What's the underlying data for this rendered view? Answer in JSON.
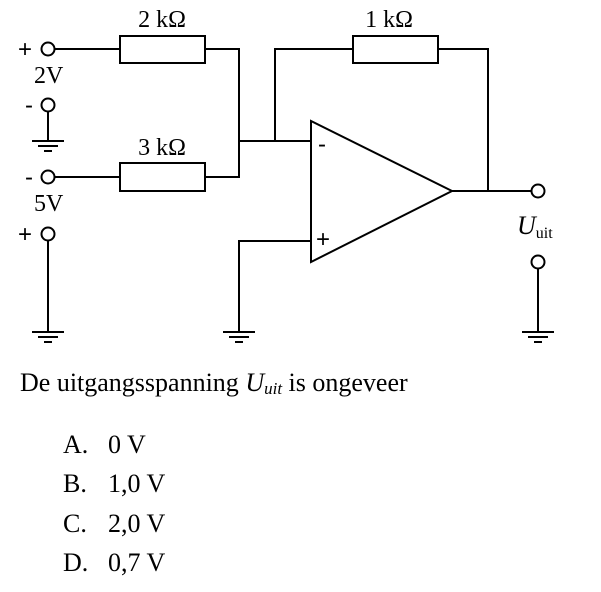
{
  "circuit": {
    "resistors": [
      {
        "id": "r1",
        "label": "2 kΩ"
      },
      {
        "id": "r2",
        "label": "3 kΩ"
      },
      {
        "id": "rf",
        "label": "1 kΩ"
      }
    ],
    "sources": [
      {
        "id": "source-2v",
        "value_label": "2V",
        "top_sign": "+",
        "bottom_sign": "-"
      },
      {
        "id": "source-5v",
        "value_label": "5V",
        "top_sign": "-",
        "bottom_sign": "+"
      }
    ],
    "opamp": {
      "inverting_sign": "-",
      "noninverting_sign": "+"
    },
    "output": {
      "symbol": "U",
      "subscript": "uit"
    }
  },
  "question": {
    "prefix": "De uitgangsspanning ",
    "symbol": "U",
    "subscript": "uit",
    "suffix": " is ongeveer"
  },
  "options": [
    {
      "letter": "A.",
      "text": "0 V"
    },
    {
      "letter": "B.",
      "text": "1,0 V"
    },
    {
      "letter": "C.",
      "text": "2,0 V"
    },
    {
      "letter": "D.",
      "text": "0,7 V"
    }
  ]
}
